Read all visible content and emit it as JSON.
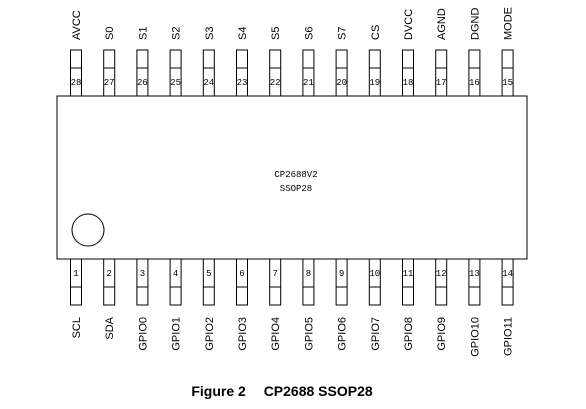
{
  "chip": {
    "name": "CP2688V2",
    "package": "SSOP28"
  },
  "top_pins": [
    {
      "number": "28",
      "label": "AVCC"
    },
    {
      "number": "27",
      "label": "S0"
    },
    {
      "number": "26",
      "label": "S1"
    },
    {
      "number": "25",
      "label": "S2"
    },
    {
      "number": "24",
      "label": "S3"
    },
    {
      "number": "23",
      "label": "S4"
    },
    {
      "number": "22",
      "label": "S5"
    },
    {
      "number": "21",
      "label": "S6"
    },
    {
      "number": "20",
      "label": "S7"
    },
    {
      "number": "19",
      "label": "CS"
    },
    {
      "number": "18",
      "label": "DVCC"
    },
    {
      "number": "17",
      "label": "AGND"
    },
    {
      "number": "16",
      "label": "DGND"
    },
    {
      "number": "15",
      "label": "MODE"
    }
  ],
  "bottom_pins": [
    {
      "number": "1",
      "label": "SCL"
    },
    {
      "number": "2",
      "label": "SDA"
    },
    {
      "number": "3",
      "label": "GPIO0"
    },
    {
      "number": "4",
      "label": "GPIO1"
    },
    {
      "number": "5",
      "label": "GPIO2"
    },
    {
      "number": "6",
      "label": "GPIO3"
    },
    {
      "number": "7",
      "label": "GPIO4"
    },
    {
      "number": "8",
      "label": "GPIO5"
    },
    {
      "number": "9",
      "label": "GPIO6"
    },
    {
      "number": "10",
      "label": "GPIO7"
    },
    {
      "number": "11",
      "label": "GPIO8"
    },
    {
      "number": "12",
      "label": "GPIO9"
    },
    {
      "number": "13",
      "label": "GPIO10"
    },
    {
      "number": "14",
      "label": "GPIO11"
    }
  ],
  "caption": {
    "figure": "Figure 2",
    "title": "CP2688 SSOP28"
  }
}
